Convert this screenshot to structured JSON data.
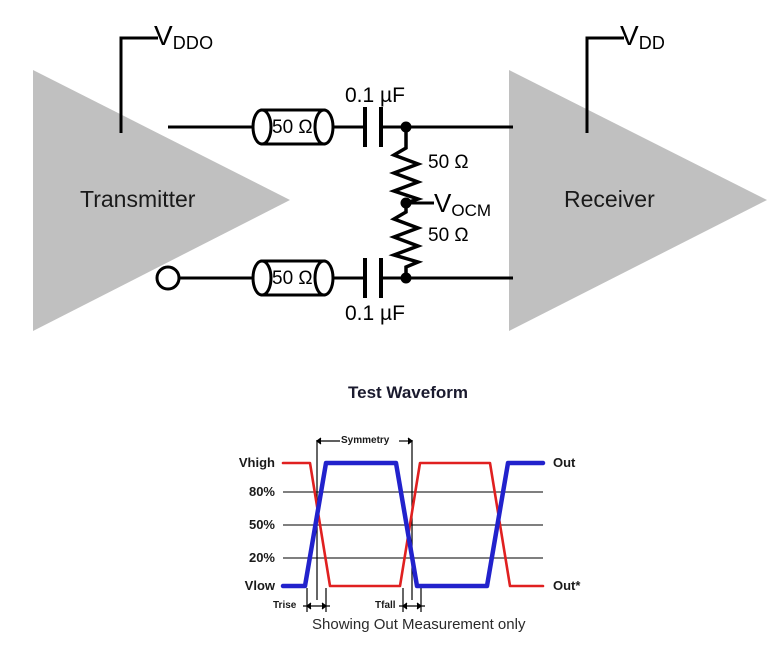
{
  "figure": {
    "type": "circuit-schematic-with-waveform",
    "background_color": "#ffffff",
    "line_color": "#000000",
    "block_fill_color": "#c0c0c0"
  },
  "circuit": {
    "transmitter": {
      "label": "Transmitter",
      "supply": {
        "base": "V",
        "sub": "DDO",
        "full": "VDDO"
      },
      "inverting_output_bubble": true
    },
    "receiver": {
      "label": "Receiver",
      "supply": {
        "base": "V",
        "sub": "DD",
        "full": "VDD"
      }
    },
    "series_resistors": [
      {
        "value": "50 Ω",
        "line": "top"
      },
      {
        "value": "50 Ω",
        "line": "bottom"
      }
    ],
    "capacitors": [
      {
        "value": "0.1 µF",
        "line": "top"
      },
      {
        "value": "0.1 µF",
        "line": "bottom"
      }
    ],
    "termination_resistors": [
      {
        "value": "50 Ω",
        "position": "upper"
      },
      {
        "value": "50 Ω",
        "position": "lower"
      }
    ],
    "common_mode_tap": {
      "base": "V",
      "sub": "OCM",
      "full": "VOCM"
    }
  },
  "waveform": {
    "title": "Test Waveform",
    "caption": "Showing Out Measurement only",
    "y_labels": [
      "Vhigh",
      "80%",
      "50%",
      "20%",
      "Vlow"
    ],
    "trace_labels": [
      {
        "name": "Out",
        "color": "#2222cc",
        "position": "top-right"
      },
      {
        "name": "Out*",
        "color": "#e02020",
        "position": "bottom-right"
      }
    ],
    "annotations": [
      {
        "name": "Symmetry",
        "label": "Symmetry",
        "position": "top"
      },
      {
        "name": "Trise",
        "label": "Trise",
        "position": "bottom-left"
      },
      {
        "name": "Tfall",
        "label": "Tfall",
        "position": "bottom-middle"
      }
    ],
    "colors": {
      "out": "#2222cc",
      "out_complement": "#e02020",
      "gridline": "#555555",
      "annotation_line": "#000000"
    }
  },
  "chart_data": {
    "type": "line",
    "title": "Test Waveform",
    "subtitle": "Showing Out Measurement only",
    "xlabel": "",
    "ylabel": "",
    "grid": true,
    "legend_position": "right",
    "y_levels": {
      "Vhigh": 100,
      "80%": 80,
      "50%": 50,
      "20%": 20,
      "Vlow": 0
    },
    "ylim": [
      0,
      100
    ],
    "xlim": [
      0,
      100
    ],
    "series": [
      {
        "name": "Out",
        "color": "#2222cc",
        "points": [
          [
            0,
            0
          ],
          [
            8,
            0
          ],
          [
            20,
            100
          ],
          [
            47,
            100
          ],
          [
            59,
            0
          ],
          [
            79,
            0
          ],
          [
            91,
            100
          ],
          [
            100,
            100
          ]
        ]
      },
      {
        "name": "Out*",
        "color": "#e02020",
        "points": [
          [
            0,
            100
          ],
          [
            8,
            100
          ],
          [
            20,
            0
          ],
          [
            47,
            0
          ],
          [
            59,
            100
          ],
          [
            79,
            100
          ],
          [
            91,
            0
          ],
          [
            100,
            0
          ]
        ]
      }
    ],
    "annotations": [
      {
        "label": "Symmetry",
        "from_x": 14,
        "to_x": 53,
        "y": 110
      },
      {
        "label": "Trise",
        "from_x": 10,
        "to_x": 18,
        "y": -12
      },
      {
        "label": "Tfall",
        "from_x": 49,
        "to_x": 57,
        "y": -12
      }
    ]
  }
}
